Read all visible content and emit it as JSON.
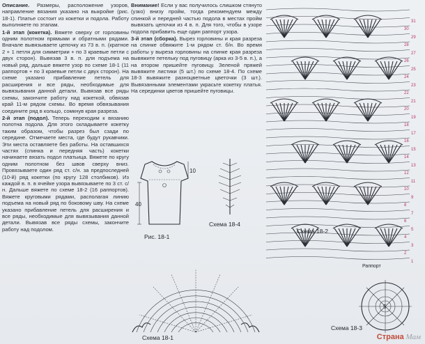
{
  "left_column": [
    {
      "strong": "Описание.",
      "text": " Размеры, расположение узоров, направление вязания указано на выкройке (рис. 18-1). Платье состоит из кокетки и подола. Работу выполняете по этапам."
    },
    {
      "strong": "1-й этап (кокетка).",
      "text": " Вяжете сверху от горловины одним полотном прямыми и обратными рядами. Вначале вывязываете цепочку из 73 в. п. (кратное 2 + 1 петля для симметрии + по 3 краевые петли с двух сторон). Вывязав 3 в. п. для подъема на новый ряд, дальше вяжете узор по схеме 18-1 (11 раппортов + по 3 краевые петли с двух сторон). На схеме указано прибавление петель для расширения и все ряды, необходимые для вывязывания данной детали. Вывязав все ряды схемы, закончите работу над кокеткой, обвязав край 11-м рядом схемы. Во время обвязывания соедините ряд в кольцо, сомкнув края разреза."
    },
    {
      "strong": "2-й этап (подол).",
      "text": " Теперь переходим к вязанию полотна подола. Для этого складываете кокетку таким образом, чтобы разрез был сзади по середине. Отмечаете места, где будут рукавчики. Эти места оставляете без работы. На оставшихся частях (спинка и передняя часть) кокетки начинаете вязать подол платьица. Вяжете по кругу одним полотном без швов сверху вниз. Провязываете один ряд ст. с/н. за предпоследней (10-й) ряд кокетки (по кругу 128 столбиков). Из каждой в. п. в ячейке узора вывязываете по 3 ст. с/н. Дальше вяжете по схеме 18-2 (16 раппортов). Вяжете круговыми рядами, располагая линию подъема на новый ряд по боковому шву. На схеме указано прибавление петель для расширения и все ряды, необходимые для вывязывания данной детали. Вывязав все ряды схемы, закончите работу над подолом."
    }
  ],
  "mid_column": [
    {
      "strong": "Внимание!",
      "text": " Если у вас получилось слишком стянуто (узко) внизу пройм, тогда рекомендуем между спинкой и передней частью подола в местах пройм вывязать цепочки из 4 в. п. Для того, чтобы в узоре подола прибавить еще один раппорт узора."
    },
    {
      "strong": "3-й этап (сборка).",
      "text": " Вырез горловины и края разреза на спинке обвяжите 1-м рядом ст. б/н. Во время работы у вырезa горловины на спинке края разреза вывяжите петельку под пуговицу (арка из 3-5 в. п.), а на втором пришейте пуговицу. Зеленой пряжей вывяжите листики (5 шт.) по схеме 18-4. По схеме 18-3 вывяжите разноцветные цветочки (3 шт.). Вывязанными элементами украсьте кокетку платья. На серединки цветов пришейте пуговицы."
    }
  ],
  "figures": {
    "fig_18_1": "Рис. 18-1",
    "schema_18_1": "Схема 18-1",
    "schema_18_2": "Схема 18-2",
    "schema_18_3": "Схема 18-3",
    "schema_18_4": "Схема 18-4",
    "rapport": "Раппорт",
    "dim_40": "40",
    "dim_10": "10",
    "center_5": "5"
  },
  "row_numbers_right": [
    "31",
    "29",
    "27",
    "25",
    "23",
    "21",
    "19",
    "17",
    "15",
    "13",
    "11",
    "9",
    "7",
    "5",
    "3",
    "1"
  ],
  "row_numbers_right_even": [
    "30",
    "28",
    "26",
    "24",
    "22",
    "20",
    "18",
    "16",
    "14",
    "12",
    "10",
    "8",
    "6",
    "4",
    "2"
  ],
  "watermark": {
    "brand": "Страна",
    "rest": "Мам"
  }
}
